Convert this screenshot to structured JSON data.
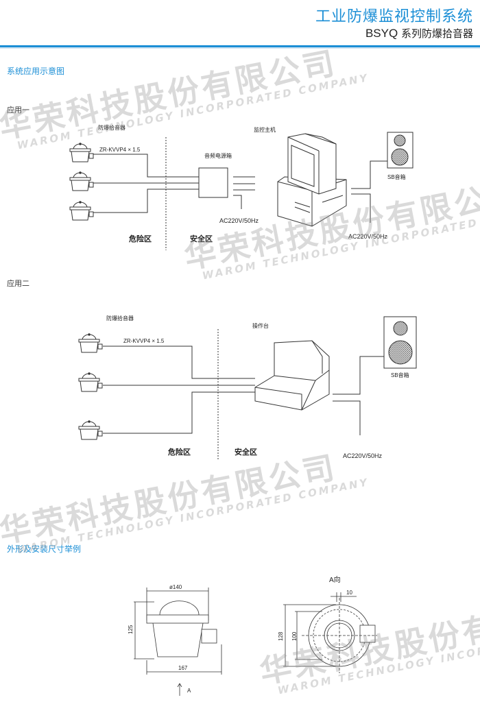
{
  "header": {
    "title": "工业防爆监视控制系统",
    "subtitle_code": "BSYQ",
    "subtitle_text": "系列防爆拾音器"
  },
  "sections": {
    "application": "系统应用示意图",
    "dimensions": "外形及安装尺寸举例"
  },
  "app1": {
    "label": "应用一",
    "sensor_label": "防爆拾音器",
    "cable": "ZR-KVVP4 × 1.5",
    "power_box": "音频电源箱",
    "host": "监控主机",
    "speaker": "SB音箱",
    "power1": "AC220V/50Hz",
    "power2": "AC220V/50Hz",
    "hazard_zone": "危险区",
    "safe_zone": "安全区"
  },
  "app2": {
    "label": "应用二",
    "sensor_label": "防爆拾音器",
    "cable": "ZR-KVVP4 × 1.5",
    "console": "操作台",
    "speaker": "SB音箱",
    "power": "AC220V/50Hz",
    "hazard_zone": "危险区",
    "safe_zone": "安全区"
  },
  "drawing": {
    "diameter": "ø140",
    "height": "125",
    "width": "167",
    "arrow": "A",
    "view_label": "A向",
    "slot": "10",
    "outer": "128",
    "inner": "100"
  },
  "watermark": {
    "cn": "华荣科技股份有限公司",
    "en": "WAROM TECHNOLOGY INCORPORATED COMPANY"
  },
  "colors": {
    "accent": "#1c8fd6"
  }
}
